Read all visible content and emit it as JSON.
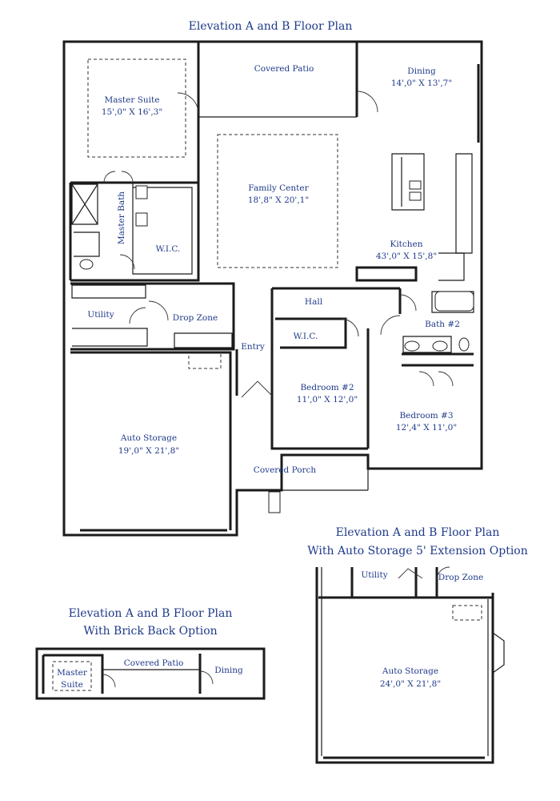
{
  "main_plan": {
    "title": "Elevation A and B Floor Plan",
    "rooms": {
      "covered_patio": {
        "name": "Covered Patio"
      },
      "dining": {
        "name": "Dining",
        "size": "14',0\" X 13',7\""
      },
      "master_suite": {
        "name": "Master Suite",
        "size": "15',0\" X 16',3\""
      },
      "family_center": {
        "name": "Family Center",
        "size": "18',8\" X 20',1\""
      },
      "master_bath": {
        "name": "Master Bath"
      },
      "wic_master": {
        "name": "W.I.C."
      },
      "kitchen": {
        "name": "Kitchen",
        "size": "43',0\" X 15',8\""
      },
      "hall": {
        "name": "Hall"
      },
      "utility": {
        "name": "Utility"
      },
      "drop_zone": {
        "name": "Drop Zone"
      },
      "bath2": {
        "name": "Bath #2"
      },
      "wic_bed2": {
        "name": "W.I.C."
      },
      "entry": {
        "name": "Entry"
      },
      "bedroom2": {
        "name": "Bedroom #2",
        "size": "11',0\" X 12',0\""
      },
      "bedroom3": {
        "name": "Bedroom #3",
        "size": "12',4\" X 11',0\""
      },
      "auto_storage": {
        "name": "Auto Storage",
        "size": "19',0\" X 21',8\""
      },
      "covered_porch": {
        "name": "Covered Porch"
      }
    }
  },
  "extension_plan": {
    "title_line1": "Elevation A and B Floor Plan",
    "title_line2": "With Auto Storage 5' Extension Option",
    "rooms": {
      "utility": {
        "name": "Utility"
      },
      "drop_zone": {
        "name": "Drop Zone"
      },
      "auto_storage": {
        "name": "Auto Storage",
        "size": "24',0\" X 21',8\""
      }
    }
  },
  "brick_plan": {
    "title_line1": "Elevation A and B Floor Plan",
    "title_line2": "With Brick Back Option",
    "rooms": {
      "master_suite_line1": "Master",
      "master_suite_line2": "Suite",
      "covered_patio": "Covered Patio",
      "dining": "Dining"
    }
  },
  "colors": {
    "label": "#1f3a8a",
    "wall": "#1b1b1b"
  }
}
